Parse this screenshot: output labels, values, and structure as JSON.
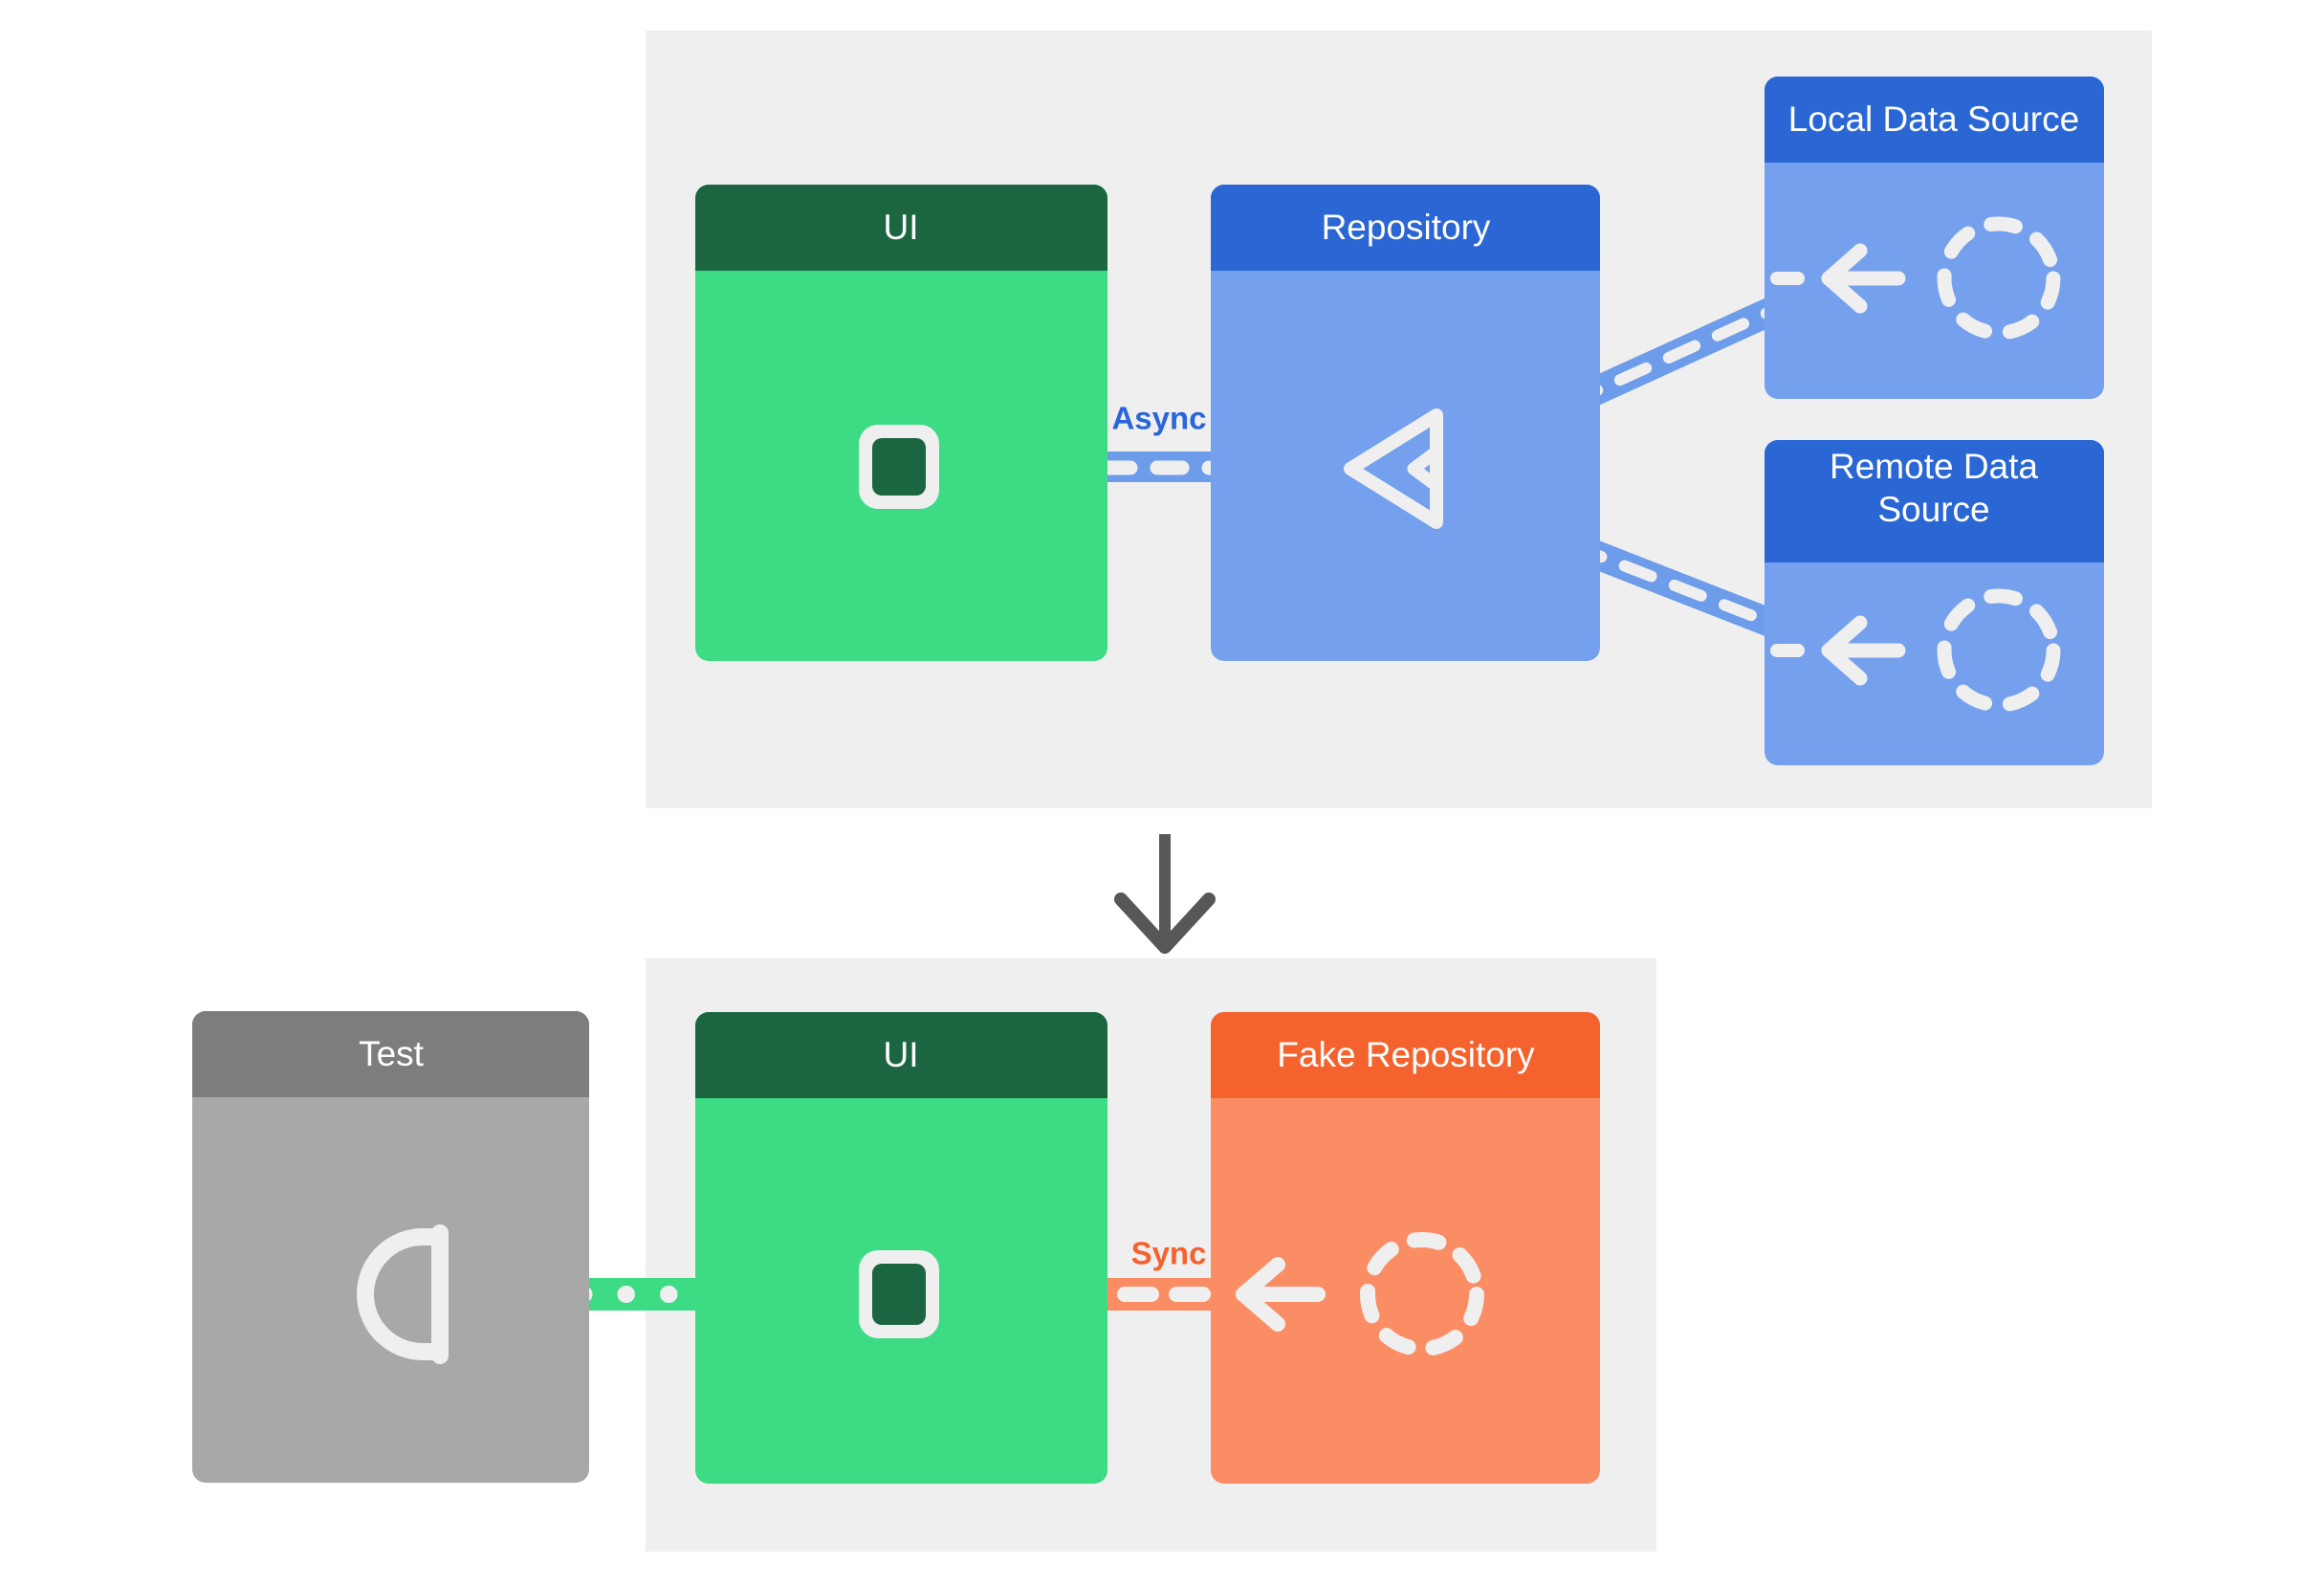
{
  "diagram": {
    "title_text": "",
    "colors": {
      "panel_background": "#efefef",
      "page_background": "#ffffff",
      "ui_header": "#1b6640",
      "ui_body": "#3ddc84",
      "repository_header": "#2a66d4",
      "repository_body": "#74a0ee",
      "data_source_header": "#2a66d4",
      "data_source_body": "#74a0ee",
      "fake_repository_header": "#f4622e",
      "fake_repository_body": "#fb8d65",
      "test_header": "#7d7d7d",
      "test_body": "#a8a8a8",
      "async_label": "#2a66d9",
      "sync_label": "#f4622e",
      "flow_arrow": "#575757",
      "async_band": "#6d9ceb",
      "sync_band": "#fb8d65",
      "test_band": "#3ddc84",
      "dash_white": "#efefef",
      "icon_white": "#efefef",
      "port_dark_green": "#1b6640"
    },
    "panels": [
      {
        "id": "production",
        "name": "production-panel"
      },
      {
        "id": "test",
        "name": "test-panel"
      }
    ],
    "production": {
      "cards": [
        {
          "id": "ui",
          "title": "UI",
          "icon": "port-square-icon"
        },
        {
          "id": "repository",
          "title": "Repository",
          "icon": "required-interface-triangle-icon"
        },
        {
          "id": "local_data_source",
          "title": "Local Data Source",
          "icon": "async-circle-icon"
        },
        {
          "id": "remote_data_source",
          "title": "Remote Data Source",
          "icon": "async-circle-icon"
        }
      ],
      "connections": [
        {
          "id": "ui_to_repository",
          "label": "Async",
          "style": "dashed",
          "direction": "right-to-left"
        },
        {
          "id": "repository_to_local",
          "label": "",
          "style": "dashed",
          "direction": "right-to-left"
        },
        {
          "id": "repository_to_remote",
          "label": "",
          "style": "dashed",
          "direction": "right-to-left"
        }
      ]
    },
    "test_scenario": {
      "cards": [
        {
          "id": "test",
          "title": "Test",
          "icon": "provided-interface-socket-icon"
        },
        {
          "id": "ui",
          "title": "UI",
          "icon": "port-square-icon"
        },
        {
          "id": "fake_repository",
          "title": "Fake Repository",
          "icon": "sync-circle-icon"
        }
      ],
      "connections": [
        {
          "id": "test_to_ui",
          "label": "",
          "style": "dotted",
          "direction": "left-to-right"
        },
        {
          "id": "ui_to_fake_repository",
          "label": "Sync",
          "style": "dashed",
          "direction": "right-to-left"
        }
      ]
    },
    "flow_arrow": {
      "name": "downward-flow-arrow",
      "direction": "down"
    }
  }
}
